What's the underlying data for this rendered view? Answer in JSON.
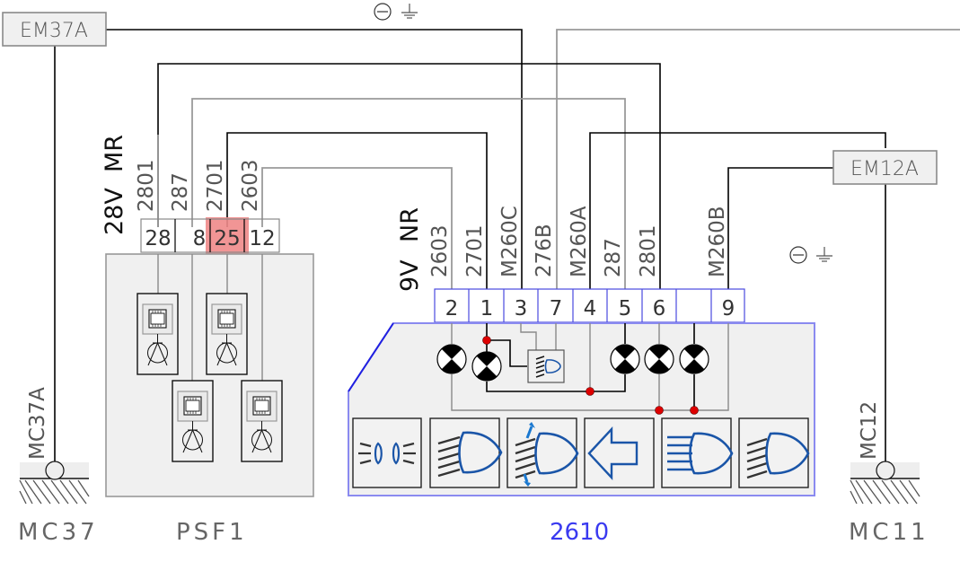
{
  "diagram": {
    "type": "wiring-schematic",
    "ground_symbol_label": "⊖ ⏚",
    "tags": {
      "em37a": "EM37A",
      "em12a": "EM12A"
    },
    "psf1": {
      "name": "PSF1",
      "connector_label_voltage": "28V",
      "connector_label_color": "MR",
      "wires": [
        "2801",
        "287",
        "2701",
        "2603"
      ],
      "pins": [
        "28",
        "8",
        "25",
        "12"
      ],
      "highlighted_pin": "25",
      "highlight_color": "#f08a8a"
    },
    "module_2610": {
      "name": "2610",
      "connector_label_voltage": "9V",
      "connector_label_color": "NR",
      "wires": [
        "2603",
        "2701",
        "M260C",
        "276B",
        "M260A",
        "287",
        "2801",
        "",
        "M260B"
      ],
      "pins": [
        "2",
        "1",
        "3",
        "7",
        "4",
        "5",
        "6",
        "",
        "9"
      ],
      "border_color": "#8a8af0",
      "junction_color": "#dd0000",
      "buttons": [
        {
          "icon": "position-lights-icon"
        },
        {
          "icon": "dipped-beam-icon"
        },
        {
          "icon": "headlamp-leveling-icon"
        },
        {
          "icon": "arrow-left-icon"
        },
        {
          "icon": "main-beam-icon"
        },
        {
          "icon": "fog-light-icon"
        }
      ]
    },
    "grounds": {
      "left": {
        "wire": "MC37A",
        "point": "MC37"
      },
      "right": {
        "wire": "MC12",
        "point": "MC11"
      }
    }
  }
}
